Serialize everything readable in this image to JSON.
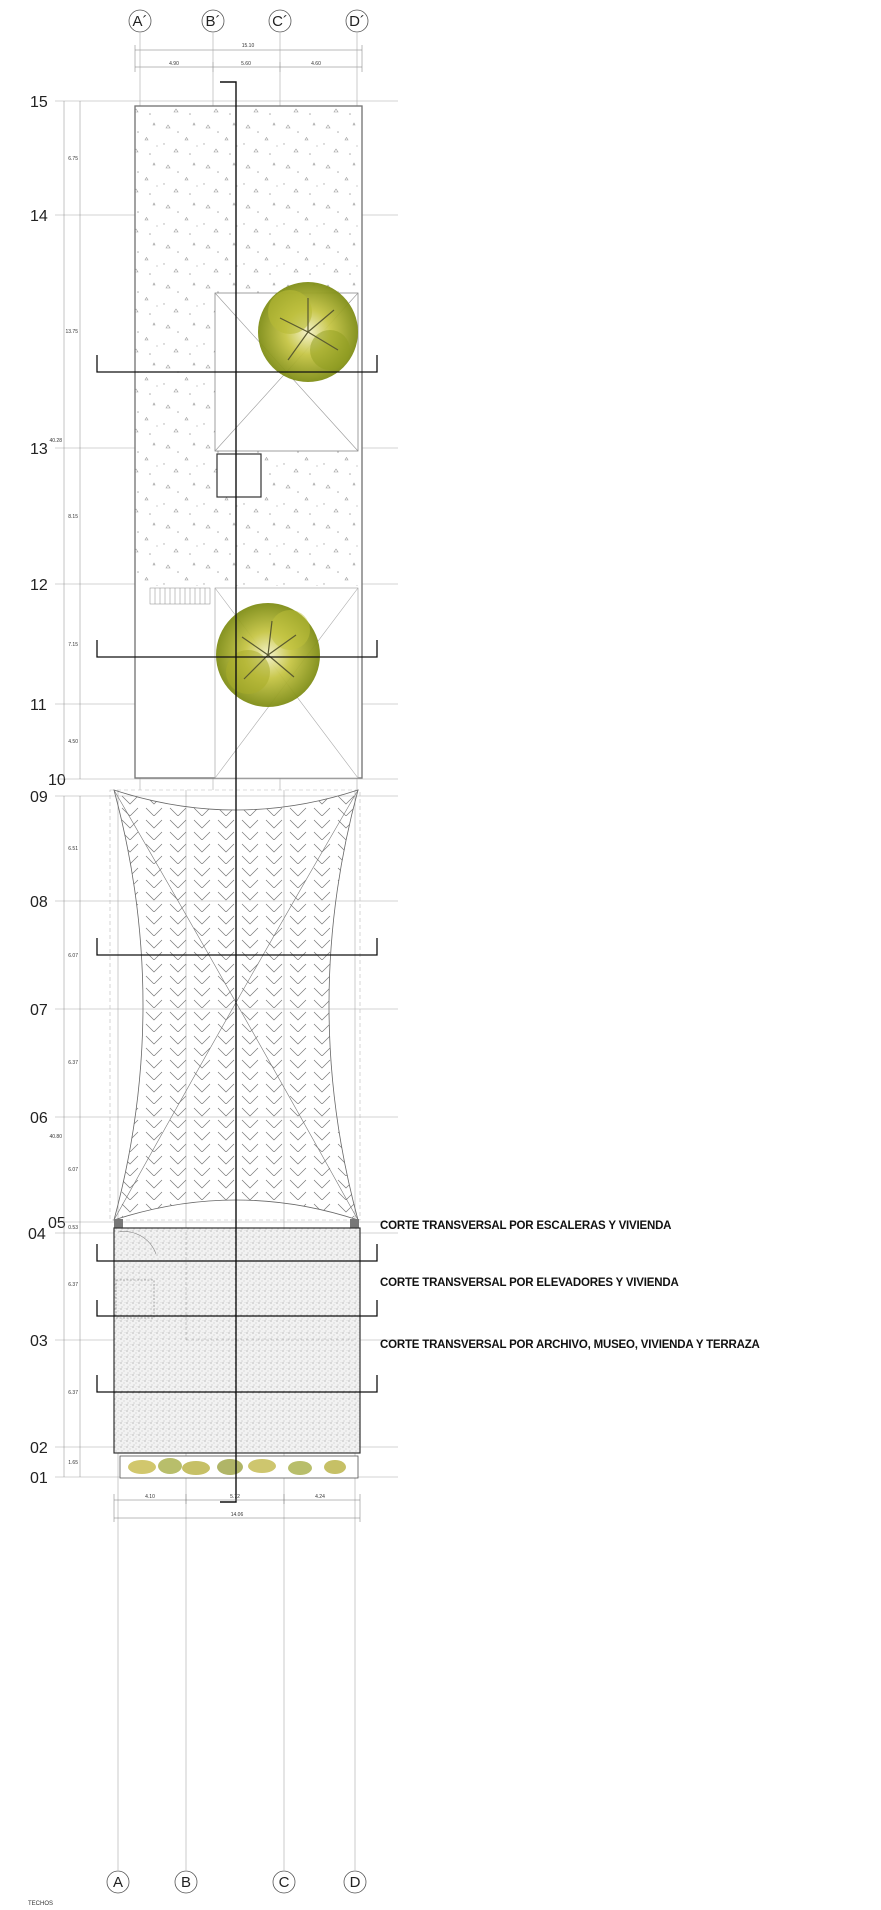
{
  "drawing": {
    "title": "TECHOS",
    "top_axes": [
      "A´",
      "B´",
      "C´",
      "D´"
    ],
    "bottom_axes": [
      "A",
      "B",
      "C",
      "D"
    ],
    "levels": [
      "15",
      "14",
      "13",
      "12",
      "11",
      "10",
      "09",
      "08",
      "07",
      "06",
      "05",
      "04",
      "03",
      "02",
      "01"
    ],
    "top_dimensions": {
      "total": "15.10",
      "spans": [
        "4.90",
        "5.60",
        "4.60"
      ]
    },
    "bottom_dimensions": {
      "total": "14.06",
      "spans": [
        "4.10",
        "5.72",
        "4.24"
      ]
    },
    "left_dimensions_upper": [
      "6.75",
      "13.75",
      "8.15",
      "7.15",
      "4.50"
    ],
    "left_total_upper": "40.28",
    "left_dimensions_lower": [
      "6.51",
      "6.07",
      "6.37",
      "6.07",
      "0.53",
      "6.37",
      "6.37",
      "1.65"
    ],
    "left_total_lower": "40.80",
    "section_cuts": [
      "CORTE TRANSVERSAL POR ESCALERAS Y VIVIENDA",
      "CORTE TRANSVERSAL POR ELEVADORES Y VIVIENDA",
      "CORTE TRANSVERSAL POR ARCHIVO, MUSEO, VIVIENDA Y TERRAZA"
    ],
    "colors": {
      "line": "#555555",
      "grid": "#9a9a9a",
      "foliage": "#8a9a1e",
      "foliage_light": "#c8c94a",
      "hatch": "#888888"
    }
  }
}
